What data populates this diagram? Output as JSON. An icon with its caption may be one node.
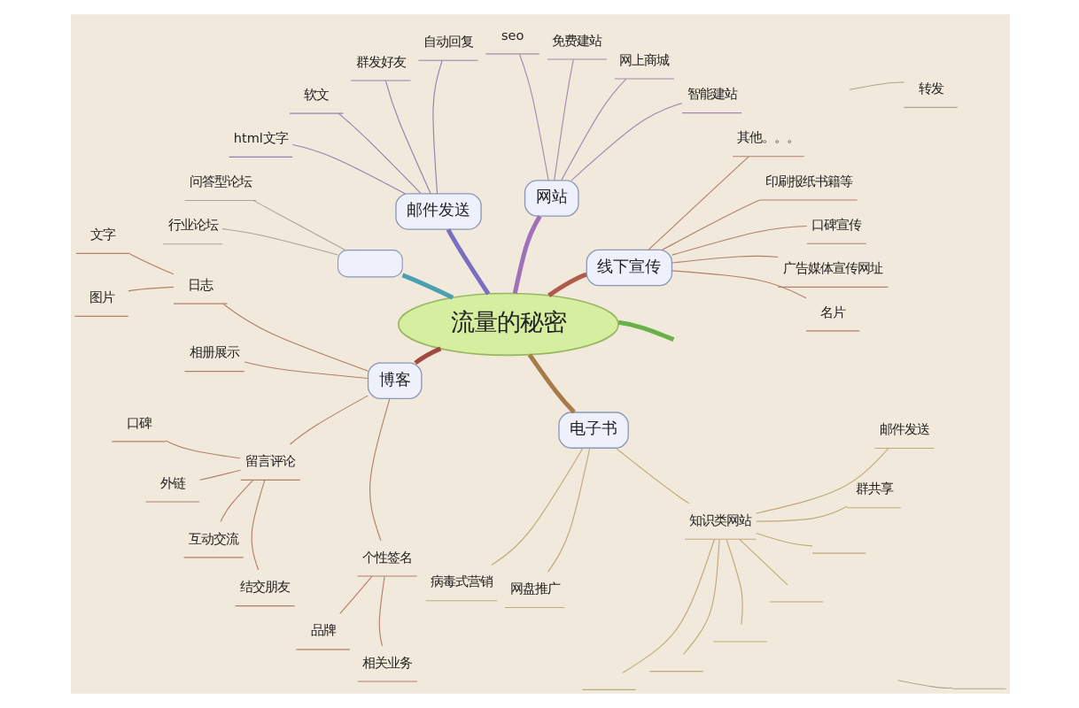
{
  "diagram": {
    "nodes": [
      {
        "text": [
          "流量的秘密"
        ]
      },
      {
        "text": [
          "线下宣传"
        ]
      },
      {
        "text": [
          "名片"
        ]
      },
      {
        "text": [
          "广告媒体宣传网址"
        ]
      },
      {
        "text": [
          "口碑宣传"
        ]
      },
      {
        "text": [
          "印刷报纸书籍等"
        ]
      },
      {
        "text": [
          "其他。。。"
        ]
      },
      {
        "text": [
          "网站"
        ]
      },
      {
        "text": [
          "智能建站"
        ]
      },
      {
        "text": [
          "网上商城"
        ]
      },
      {
        "text": [
          "免费建站"
        ]
      },
      {
        "text": [
          "seo"
        ]
      },
      {
        "text": [
          "邮件发送"
        ]
      },
      {
        "text": [
          "自动回复"
        ]
      },
      {
        "text": [
          "群发好友"
        ]
      },
      {
        "text": [
          "软文"
        ]
      },
      {
        "text": [
          "html文字"
        ]
      },
      {
        "text": [],
        "shape": "box"
      },
      {
        "text": [
          "问答型论坛"
        ]
      },
      {
        "text": [
          "行业论坛"
        ]
      },
      {
        "text": [
          "博客"
        ]
      },
      {
        "text": [
          "日志"
        ]
      },
      {
        "text": [
          "文字"
        ]
      },
      {
        "text": [
          "图片"
        ]
      },
      {
        "text": [
          "相册展示"
        ]
      },
      {
        "text": [
          "留言评论"
        ]
      },
      {
        "text": [
          "口碑"
        ]
      },
      {
        "text": [
          "外链"
        ]
      },
      {
        "text": [
          "互动交流"
        ]
      },
      {
        "text": [
          "结交朋友"
        ]
      },
      {
        "text": [
          "个性签名"
        ]
      },
      {
        "text": [
          "品牌"
        ]
      },
      {
        "text": [
          "相关业务"
        ]
      },
      {
        "text": [
          "电子书"
        ]
      },
      {
        "text": [
          "病毒式营销"
        ]
      },
      {
        "text": [
          "网盘推广"
        ]
      },
      {
        "text": [
          "知识类网站"
        ]
      },
      {
        "text": [],
        "shape": "underline"
      },
      {
        "text": [],
        "shape": "underline"
      },
      {
        "text": [],
        "shape": "underline"
      },
      {
        "text": [],
        "shape": "underline"
      },
      {
        "text": [],
        "shape": "underline"
      },
      {
        "text": [
          "群共享"
        ]
      },
      {
        "text": [
          "邮件发送"
        ]
      },
      {
        "text": [
          "转发"
        ]
      },
      {
        "text": [],
        "shape": "underline"
      }
    ],
    "edges": [
      {
        "from": 0,
        "to": 1,
        "arrow": "none",
        "style": "thick",
        "color": "#b05a4a"
      },
      {
        "from": 1,
        "to": 2,
        "arrow": "none"
      },
      {
        "from": 1,
        "to": 3,
        "arrow": "none"
      },
      {
        "from": 1,
        "to": 4,
        "arrow": "none"
      },
      {
        "from": 1,
        "to": 5,
        "arrow": "none"
      },
      {
        "from": 1,
        "to": 6,
        "arrow": "none"
      },
      {
        "from": 0,
        "to": 7,
        "arrow": "none",
        "style": "thick",
        "color": "#a070b8"
      },
      {
        "from": 7,
        "to": 8,
        "arrow": "none",
        "color": "#a888b0"
      },
      {
        "from": 7,
        "to": 9,
        "arrow": "none",
        "color": "#a888b0"
      },
      {
        "from": 7,
        "to": 10,
        "arrow": "none",
        "color": "#a888b0"
      },
      {
        "from": 7,
        "to": 11,
        "arrow": "none",
        "color": "#a888b0"
      },
      {
        "from": 0,
        "to": 12,
        "arrow": "none",
        "style": "thick",
        "color": "#7a6ec0"
      },
      {
        "from": 12,
        "to": 13,
        "arrow": "none",
        "color": "#9080b0"
      },
      {
        "from": 12,
        "to": 14,
        "arrow": "none",
        "color": "#9080b0"
      },
      {
        "from": 12,
        "to": 15,
        "arrow": "none",
        "color": "#9080b0"
      },
      {
        "from": 12,
        "to": 16,
        "arrow": "none",
        "color": "#9080b0"
      },
      {
        "from": 0,
        "to": 17,
        "arrow": "none",
        "style": "thick",
        "color": "#4aa0b0"
      },
      {
        "from": 17,
        "to": 18,
        "arrow": "none",
        "color": "#a8a498"
      },
      {
        "from": 17,
        "to": 19,
        "arrow": "none",
        "color": "#a8a498"
      },
      {
        "from": 0,
        "to": 20,
        "arrow": "none",
        "style": "thick",
        "color": "#a04a40"
      },
      {
        "from": 20,
        "to": 21,
        "arrow": "none"
      },
      {
        "from": 21,
        "to": 22,
        "arrow": "none"
      },
      {
        "from": 21,
        "to": 23,
        "arrow": "none"
      },
      {
        "from": 20,
        "to": 24,
        "arrow": "none"
      },
      {
        "from": 20,
        "to": 25,
        "arrow": "none"
      },
      {
        "from": 25,
        "to": 26,
        "arrow": "none"
      },
      {
        "from": 25,
        "to": 27,
        "arrow": "none"
      },
      {
        "from": 25,
        "to": 28,
        "arrow": "none"
      },
      {
        "from": 25,
        "to": 29,
        "arrow": "none"
      },
      {
        "from": 20,
        "to": 30,
        "arrow": "none"
      },
      {
        "from": 30,
        "to": 31,
        "arrow": "none"
      },
      {
        "from": 30,
        "to": 32,
        "arrow": "none"
      },
      {
        "from": 0,
        "to": 33,
        "arrow": "none",
        "style": "thick",
        "color": "#a87a48"
      },
      {
        "from": 33,
        "to": 34,
        "arrow": "none",
        "color": "#c0a878"
      },
      {
        "from": 33,
        "to": 35,
        "arrow": "none",
        "color": "#c0a878"
      },
      {
        "from": 33,
        "to": 36,
        "arrow": "none",
        "color": "#c0a878"
      },
      {
        "from": 36,
        "to": 37,
        "arrow": "none",
        "color": "#c0a878"
      },
      {
        "from": 36,
        "to": 38,
        "arrow": "none",
        "color": "#c0a878"
      },
      {
        "from": 36,
        "to": 39,
        "arrow": "none",
        "color": "#c0a878"
      },
      {
        "from": 36,
        "to": 40,
        "arrow": "none",
        "color": "#c0a878"
      },
      {
        "from": 36,
        "to": 41,
        "arrow": "none",
        "color": "#c0a878"
      },
      {
        "from": 36,
        "to": 42,
        "arrow": "none",
        "color": "#c0a878"
      },
      {
        "from": 36,
        "to": 43,
        "arrow": "none",
        "color": "#c0a878"
      },
      {
        "from": 0,
        "to": null,
        "arrow": "none",
        "style": "thick",
        "color": "#6ab048"
      },
      {
        "from": null,
        "to": 44,
        "arrow": "none",
        "color": "#a8a890"
      },
      {
        "from": null,
        "to": 45,
        "arrow": "none",
        "color": "#a8a890"
      }
    ]
  }
}
